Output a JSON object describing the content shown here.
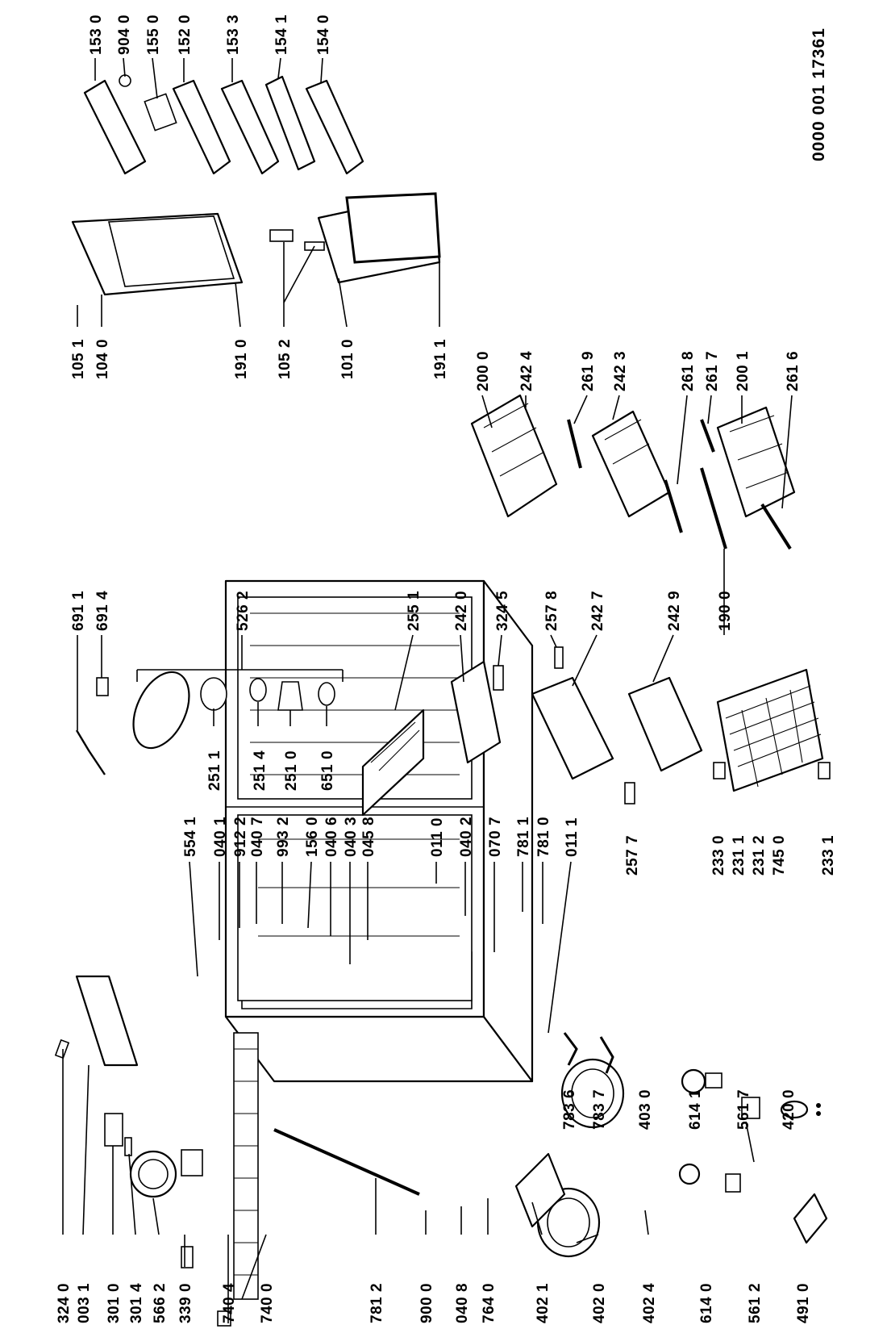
{
  "document_number": "0000 001 17361",
  "bottom_labels": [
    "324 0",
    "003 1",
    "301 0",
    "301 4",
    "566 2",
    "339 0",
    "740 4",
    "740 0",
    "781 2",
    "900 0",
    "040 8",
    "764 0",
    "402 1",
    "402 0",
    "402 4",
    "614 0",
    "561 2",
    "491 0"
  ],
  "comp_labels": [
    "783 6",
    "783 7",
    "403 0",
    "614 1",
    "561 7",
    "420 0"
  ],
  "cabinet_labels": [
    "554 1",
    "040 1",
    "912 2",
    "040 7",
    "993 2",
    "156 0",
    "040 6",
    "040 3",
    "045 8",
    "011 0",
    "040 2",
    "070 7",
    "781 1",
    "781 0",
    "011 1"
  ],
  "freezer_labels": [
    "257 7",
    "233 0",
    "231 1",
    "231 2",
    "745 0",
    "233 1"
  ],
  "mid_labels": [
    "691 1",
    "691 4",
    "526 2",
    "251 1",
    "251 4",
    "251 0",
    "651 0",
    "255 1",
    "242 0",
    "324 5",
    "257 8",
    "242 7",
    "242 9",
    "190 0"
  ],
  "right_labels": [
    "105 1",
    "104 0",
    "191 0",
    "105 2",
    "101 0",
    "191 1",
    "200 0",
    "242 4",
    "261 9",
    "242 3",
    "261 8",
    "261 7",
    "200 1",
    "261 6"
  ],
  "door_labels": [
    "153 0",
    "904 0",
    "155 0",
    "152 0",
    "153 3",
    "154 1",
    "154 0"
  ]
}
